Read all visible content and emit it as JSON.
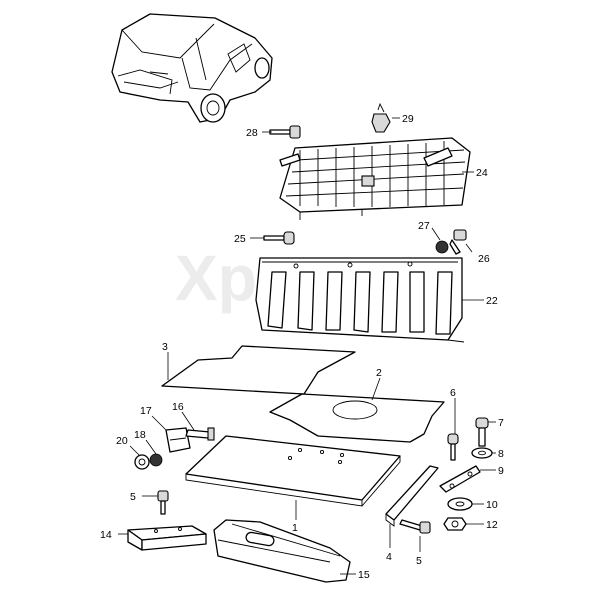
{
  "watermark": "Xp",
  "callouts": [
    {
      "id": "c1",
      "label": "1"
    },
    {
      "id": "c2",
      "label": "2"
    },
    {
      "id": "c3",
      "label": "3"
    },
    {
      "id": "c4",
      "label": "4"
    },
    {
      "id": "c5a",
      "label": "5"
    },
    {
      "id": "c5b",
      "label": "5"
    },
    {
      "id": "c6",
      "label": "6"
    },
    {
      "id": "c7",
      "label": "7"
    },
    {
      "id": "c8",
      "label": "8"
    },
    {
      "id": "c9",
      "label": "9"
    },
    {
      "id": "c10",
      "label": "10"
    },
    {
      "id": "c12",
      "label": "12"
    },
    {
      "id": "c14",
      "label": "14"
    },
    {
      "id": "c15",
      "label": "15"
    },
    {
      "id": "c16",
      "label": "16"
    },
    {
      "id": "c17",
      "label": "17"
    },
    {
      "id": "c18",
      "label": "18"
    },
    {
      "id": "c20",
      "label": "20"
    },
    {
      "id": "c22",
      "label": "22"
    },
    {
      "id": "c24",
      "label": "24"
    },
    {
      "id": "c25",
      "label": "25"
    },
    {
      "id": "c26",
      "label": "26"
    },
    {
      "id": "c27",
      "label": "27"
    },
    {
      "id": "c28",
      "label": "28"
    },
    {
      "id": "c29",
      "label": "29"
    }
  ]
}
